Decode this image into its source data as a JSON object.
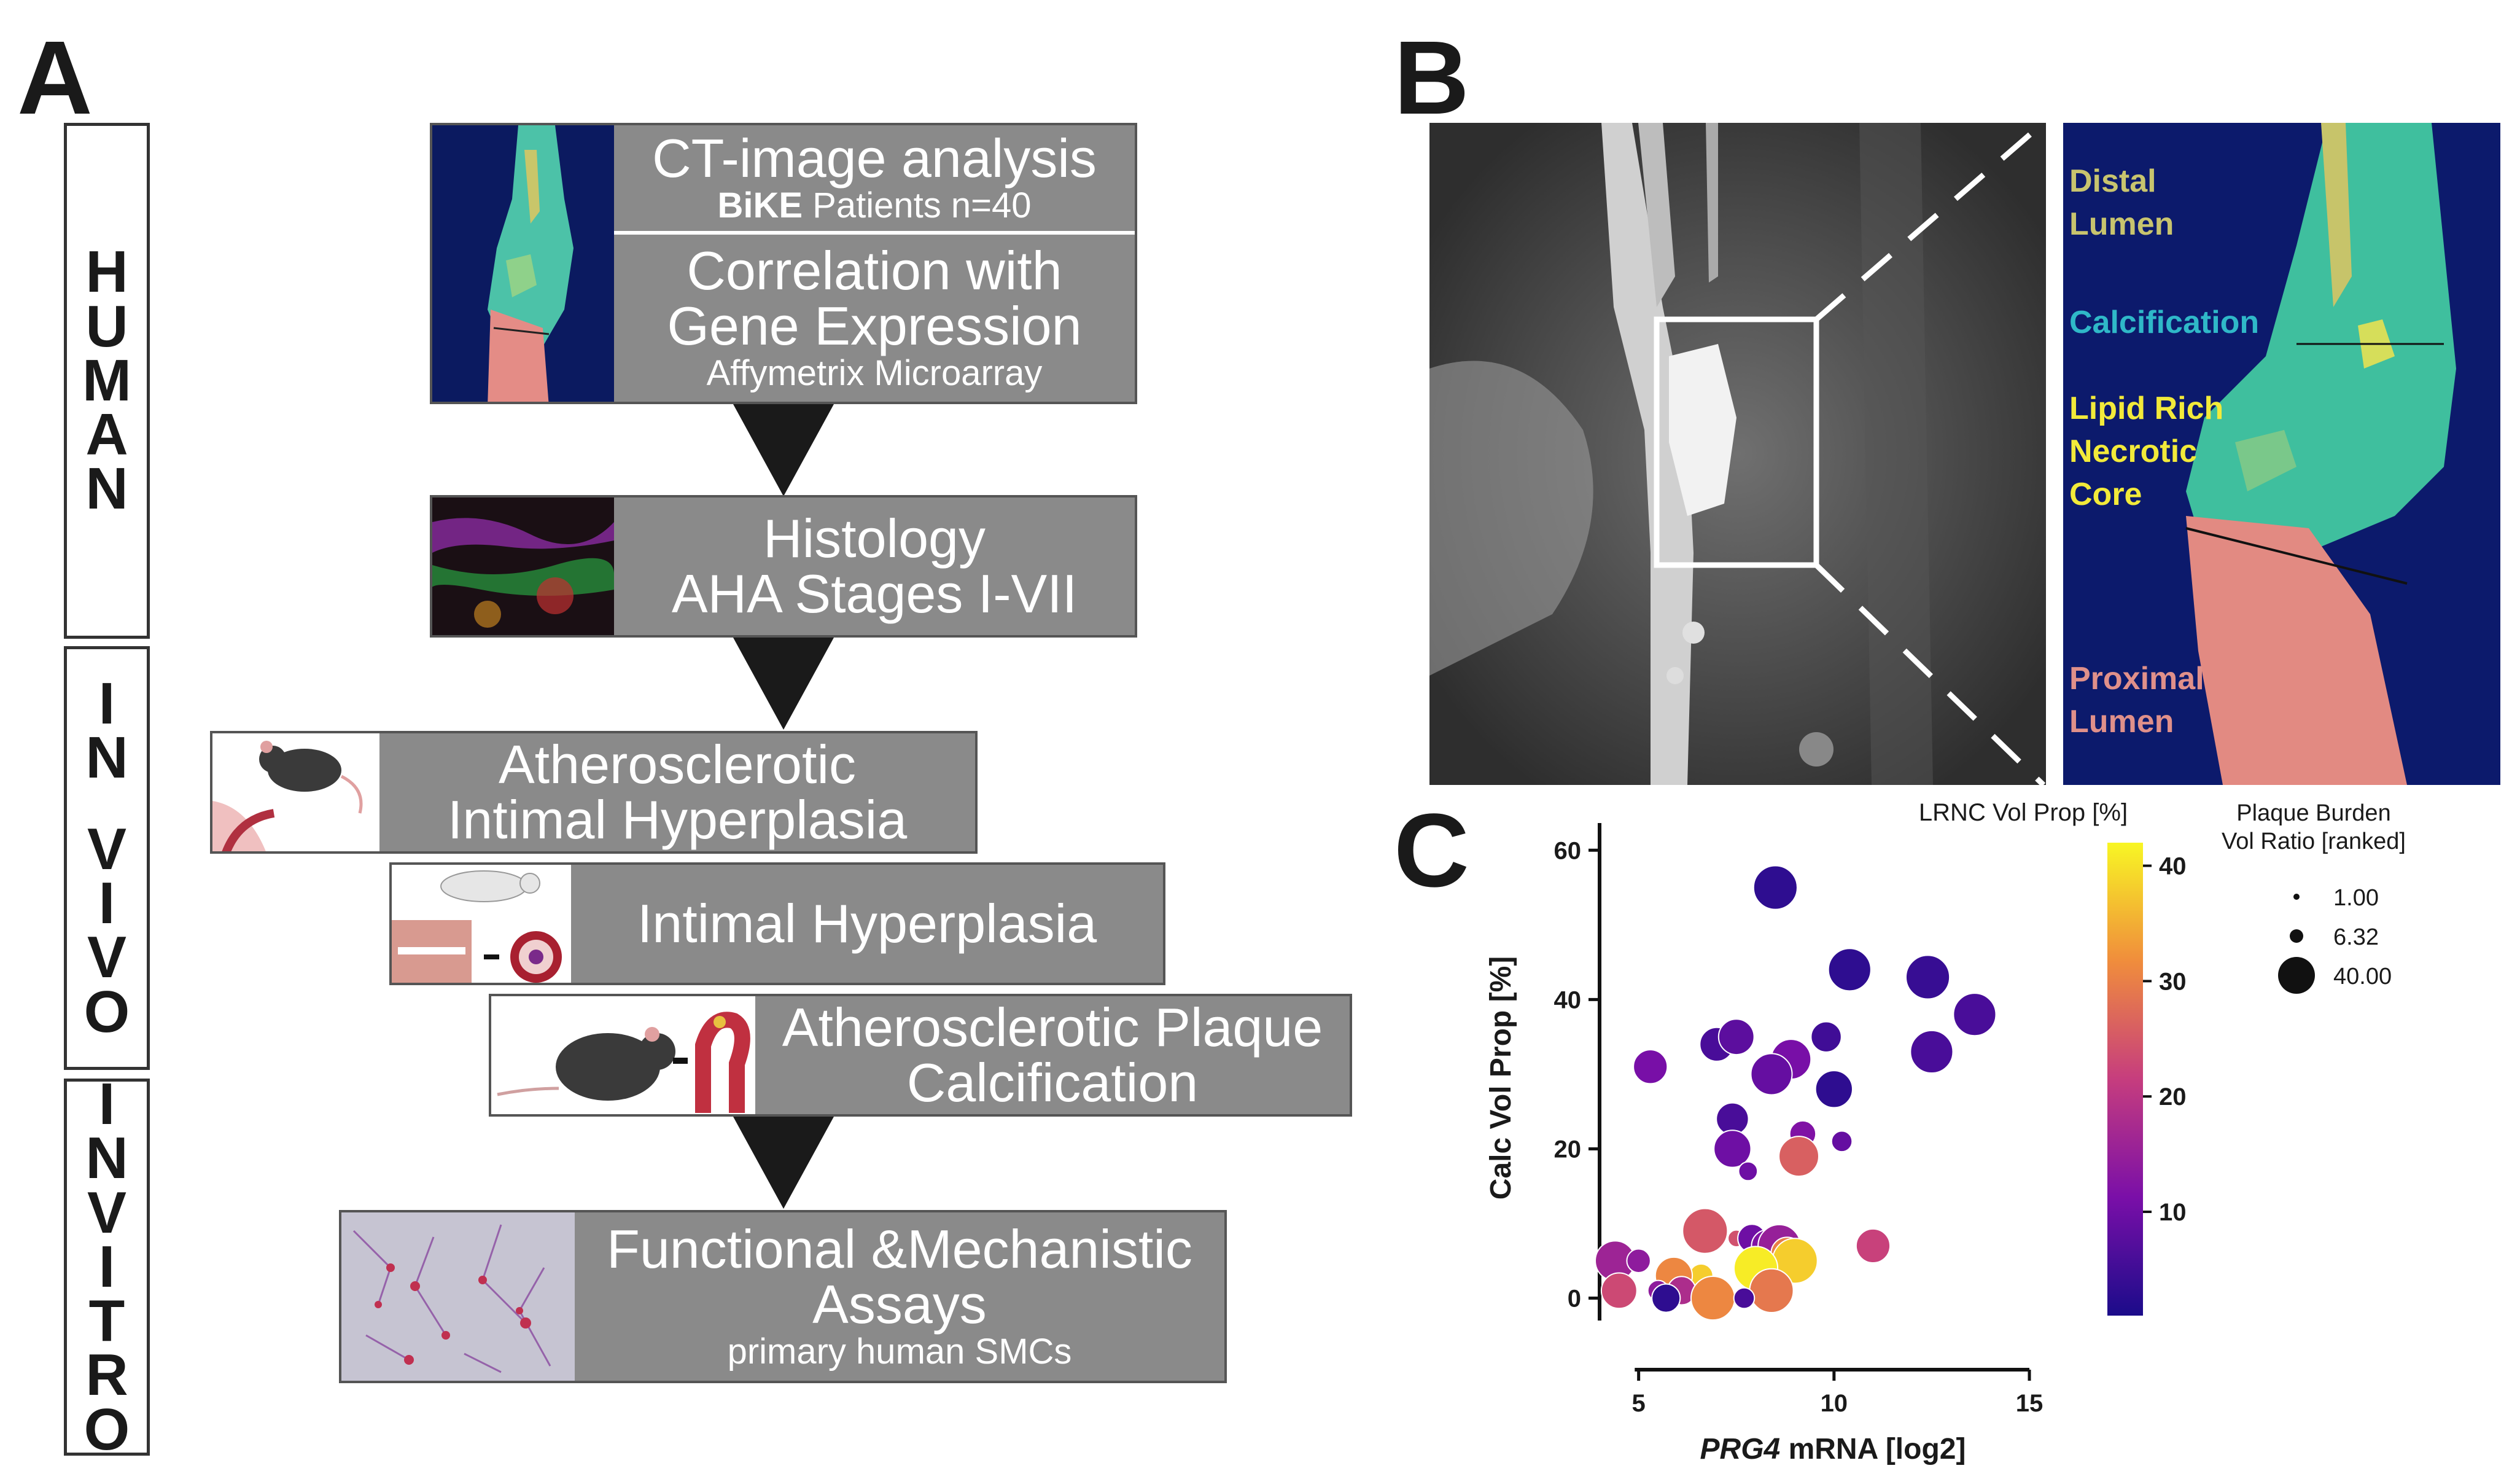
{
  "panels": {
    "a": "A",
    "b": "B",
    "c": "C"
  },
  "side_labels": {
    "human": [
      "H",
      "U",
      "M",
      "A",
      "N"
    ],
    "in_vivo": {
      "first": [
        "I",
        "N"
      ],
      "second": [
        "V",
        "I",
        "V",
        "O"
      ]
    },
    "in_vitro": {
      "first": [
        "I",
        "N"
      ],
      "second": [
        "V",
        "I",
        "T",
        "R",
        "O"
      ]
    }
  },
  "flow": {
    "ct": {
      "title": "CT-image analysis",
      "sub_bold": "BiKE",
      "sub_rest": " Patients n=40"
    },
    "corr": {
      "line1": "Correlation with",
      "line2": "Gene Expression",
      "sub": "Affymetrix Microarray"
    },
    "histology": {
      "line1": "Histology",
      "line2": "AHA Stages I-VII"
    },
    "athero_ih": {
      "line1": "Atherosclerotic",
      "line2": "Intimal Hyperplasia"
    },
    "ih": {
      "line1": "Intimal Hyperplasia"
    },
    "plaque_calc": {
      "line1": "Atherosclerotic Plaque",
      "line2": "Calcification"
    },
    "functional": {
      "line1": "Functional &Mechanistic",
      "line2": "Assays",
      "sub": "primary human SMCs"
    }
  },
  "panel_b": {
    "labels": [
      {
        "text": "Distal",
        "color": "#c8c46e"
      },
      {
        "text": "Lumen",
        "color": "#c8c46e"
      },
      {
        "text": "Calcification",
        "color": "#2fb8c8"
      },
      {
        "text": "Lipid Rich",
        "color": "#f2ea3a"
      },
      {
        "text": "Necrotic",
        "color": "#f2ea3a"
      },
      {
        "text": "Core",
        "color": "#f2ea3a"
      },
      {
        "text": "Proximal",
        "color": "#e0908a"
      },
      {
        "text": "Lumen",
        "color": "#e0908a"
      }
    ]
  },
  "chart_data": {
    "type": "scatter",
    "xlabel_italic": "PRG4",
    "xlabel_rest": " mRNA [log2]",
    "ylabel": "Calc Vol Prop [%]",
    "xlim": [
      4,
      15
    ],
    "ylim": [
      -3,
      62
    ],
    "xticks": [
      5,
      10,
      15
    ],
    "yticks": [
      0,
      20,
      40,
      60
    ],
    "color_legend": {
      "title": "LRNC Vol Prop [%]",
      "ticks": [
        10,
        20,
        30,
        40
      ],
      "range": [
        1,
        42
      ]
    },
    "size_legend": {
      "title_line1": "Plaque Burden",
      "title_line2": "Vol Ratio [ranked]",
      "values": [
        "1.00",
        "6.32",
        "40.00"
      ]
    },
    "points": [
      {
        "x": 8.5,
        "y": 55,
        "c": 3,
        "s": 30
      },
      {
        "x": 10.4,
        "y": 44,
        "c": 3,
        "s": 28
      },
      {
        "x": 12.4,
        "y": 43,
        "c": 4,
        "s": 30
      },
      {
        "x": 13.6,
        "y": 38,
        "c": 6,
        "s": 28
      },
      {
        "x": 12.5,
        "y": 33,
        "c": 6,
        "s": 28
      },
      {
        "x": 7.0,
        "y": 34,
        "c": 6,
        "s": 16
      },
      {
        "x": 7.5,
        "y": 35,
        "c": 8,
        "s": 18
      },
      {
        "x": 9.8,
        "y": 35,
        "c": 5,
        "s": 12
      },
      {
        "x": 5.3,
        "y": 31,
        "c": 11,
        "s": 16
      },
      {
        "x": 8.9,
        "y": 32,
        "c": 11,
        "s": 24
      },
      {
        "x": 8.4,
        "y": 30,
        "c": 9,
        "s": 26
      },
      {
        "x": 10.0,
        "y": 28,
        "c": 3,
        "s": 20
      },
      {
        "x": 7.4,
        "y": 24,
        "c": 6,
        "s": 14
      },
      {
        "x": 9.2,
        "y": 22,
        "c": 12,
        "s": 8
      },
      {
        "x": 10.2,
        "y": 21,
        "c": 9,
        "s": 4
      },
      {
        "x": 7.4,
        "y": 20,
        "c": 10,
        "s": 20
      },
      {
        "x": 9.1,
        "y": 19,
        "c": 26,
        "s": 24
      },
      {
        "x": 7.8,
        "y": 17,
        "c": 10,
        "s": 3
      },
      {
        "x": 6.7,
        "y": 9,
        "c": 25,
        "s": 32
      },
      {
        "x": 7.5,
        "y": 8,
        "c": 24,
        "s": 2
      },
      {
        "x": 7.9,
        "y": 8,
        "c": 10,
        "s": 10
      },
      {
        "x": 8.3,
        "y": 7,
        "c": 12,
        "s": 14
      },
      {
        "x": 8.6,
        "y": 7,
        "c": 15,
        "s": 28
      },
      {
        "x": 11.0,
        "y": 7,
        "c": 22,
        "s": 16
      },
      {
        "x": 4.4,
        "y": 5,
        "c": 16,
        "s": 24
      },
      {
        "x": 5.0,
        "y": 5,
        "c": 14,
        "s": 6
      },
      {
        "x": 8.8,
        "y": 6,
        "c": 30,
        "s": 14
      },
      {
        "x": 9.0,
        "y": 5,
        "c": 38,
        "s": 32
      },
      {
        "x": 8.0,
        "y": 4,
        "c": 41,
        "s": 30
      },
      {
        "x": 6.6,
        "y": 3,
        "c": 38,
        "s": 6
      },
      {
        "x": 5.9,
        "y": 3,
        "c": 31,
        "s": 20
      },
      {
        "x": 4.5,
        "y": 1,
        "c": 23,
        "s": 18
      },
      {
        "x": 5.5,
        "y": 1,
        "c": 14,
        "s": 4
      },
      {
        "x": 6.1,
        "y": 1,
        "c": 18,
        "s": 10
      },
      {
        "x": 8.4,
        "y": 1,
        "c": 29,
        "s": 30
      },
      {
        "x": 5.7,
        "y": 0,
        "c": 3,
        "s": 10
      },
      {
        "x": 6.9,
        "y": 0,
        "c": 31,
        "s": 30
      },
      {
        "x": 7.7,
        "y": 0,
        "c": 6,
        "s": 4
      }
    ]
  }
}
